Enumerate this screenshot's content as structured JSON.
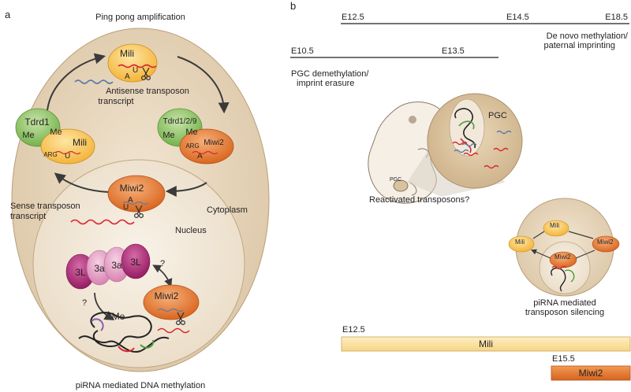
{
  "panel_a": {
    "panel_letter": "a",
    "title_top": "Ping pong amplification",
    "title_bottom": "piRNA mediated DNA methylation",
    "mili_top": "Mili",
    "antisense_line1": "Antisense transposon",
    "antisense_line2": "transcript",
    "tdrd1": "Tdrd1",
    "me": "Me",
    "arg": "ARG",
    "mili_left": "Mili",
    "tdrd129": "Tdrd1/2/9",
    "miwi2": "Miwi2",
    "sense_line1": "Sense transposon",
    "sense_line2": "transcript",
    "cytoplasm": "Cytoplasm",
    "nucleus": "Nucleus",
    "dnmt_3l_left": "3L",
    "dnmt_3a_1": "3a",
    "dnmt_3a_2": "3a",
    "dnmt_3l_right": "3L",
    "question": "?",
    "piRNA_letters": [
      "U",
      "A"
    ]
  },
  "panel_b": {
    "panel_letter": "b",
    "timeline_top": {
      "start": "E12.5",
      "mid": "E14.5",
      "end": "E18.5"
    },
    "de_novo_line1": "De novo methylation/",
    "de_novo_line2": "paternal imprinting",
    "timeline_mid": {
      "start": "E10.5",
      "end": "E13.5"
    },
    "pgc_line1": "PGC demethylation/",
    "pgc_line2": "imprint erasure",
    "pgc_label": "PGC",
    "pgc_small": "PGC",
    "reactivated": "Reactivated transposons?",
    "mini_mili_top": "Mili",
    "mini_mili_left": "Mili",
    "mini_miwi2_right": "Miwi2",
    "mini_miwi2_center": "Miwi2",
    "silencing_line1": "piRNA mediated",
    "silencing_line2": "transposon silencing",
    "bar_mili": {
      "start_label": "E12.5",
      "label": "Mili",
      "color": "#fbe3a3"
    },
    "bar_miwi2": {
      "start_label": "E15.5",
      "label": "Miwi2",
      "color": "#e57a2b"
    }
  },
  "colors": {
    "cell_fill": "#e8d8bf",
    "nucleus_fill": "#f4ebdd",
    "mili_fill": "#f8c24a",
    "miwi2_fill": "#e8823a",
    "tdrd_fill": "#8ec566",
    "dnmt3l_fill": "#b5287a",
    "dnmt3a_fill": "#e7a3c8",
    "rna_red": "#d9272e",
    "rna_blue": "#5c7ba6"
  }
}
